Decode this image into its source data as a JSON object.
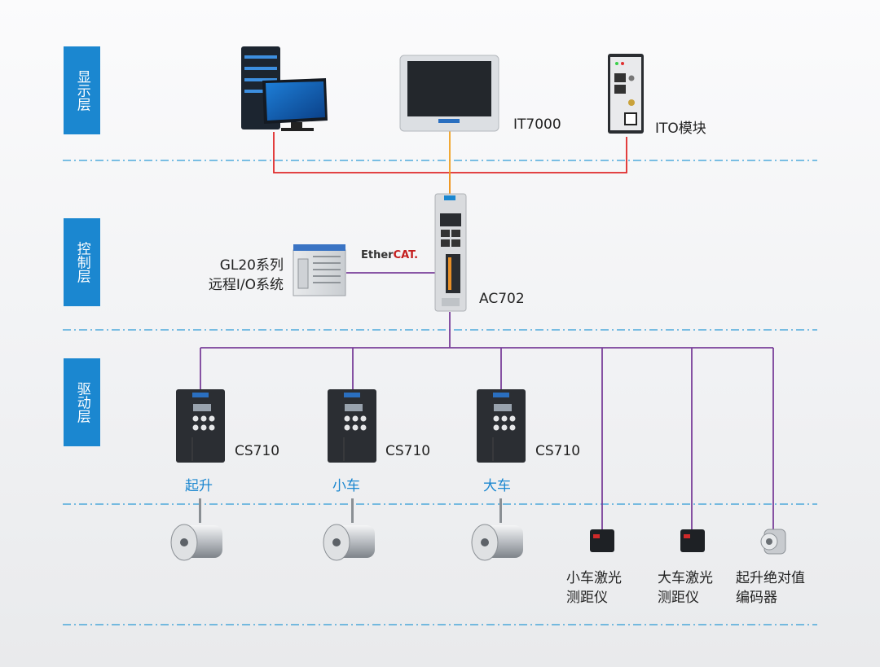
{
  "layers": [
    {
      "label": "显示层"
    },
    {
      "label": "控制层"
    },
    {
      "label": "驱动层"
    }
  ],
  "devices": {
    "hmi": {
      "label": "IT7000"
    },
    "ito": {
      "label": "ITO模块"
    },
    "remote_io": {
      "label_line1": "GL20系列",
      "label_line2": "远程I/O系统"
    },
    "controller": {
      "label": "AC702"
    },
    "drives": [
      {
        "label": "CS710",
        "role": "起升"
      },
      {
        "label": "CS710",
        "role": "小车"
      },
      {
        "label": "CS710",
        "role": "大车"
      }
    ],
    "sensors": [
      {
        "line1": "小车激光",
        "line2": "测距仪"
      },
      {
        "line1": "大车激光",
        "line2": "测距仪"
      },
      {
        "line1": "起升绝对值",
        "line2": "编码器"
      }
    ]
  },
  "bus": {
    "name_a": "Ether",
    "name_b": "CAT."
  },
  "colors": {
    "layer_tab": "#1b87d0",
    "ethernet_line": "#e02a2a",
    "hmi_line": "#f0a020",
    "ethercat_line": "#7a3f9a",
    "separator": "#2e9bd6",
    "role_text": "#1b87d0"
  }
}
